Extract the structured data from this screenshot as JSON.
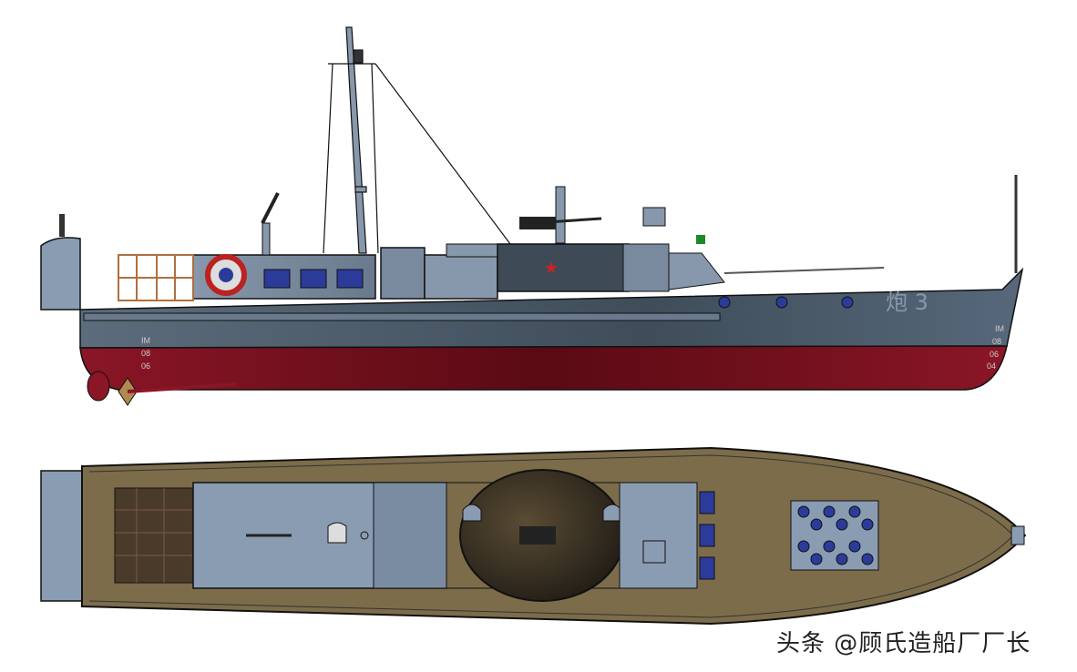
{
  "side_view": {
    "hull_designation": "炮 3",
    "stern_draft_marks": [
      "IM",
      "08",
      "06"
    ],
    "bow_draft_marks": [
      "IM",
      "08",
      "06",
      "04"
    ]
  },
  "watermark": "头条 @顾氏造船厂厂长",
  "colors": {
    "hull_grey": "#4a5a68",
    "superstructure_grey": "#8898ac",
    "boot_red": "#7a0f1c",
    "deck_tan": "#7c6c4a",
    "window_blue": "#2b3b9a"
  }
}
